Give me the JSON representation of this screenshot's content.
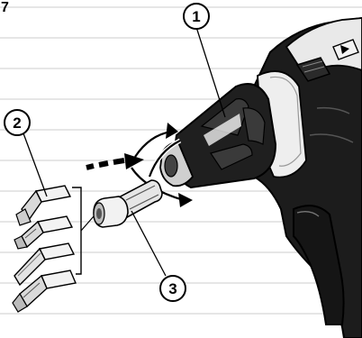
{
  "figure": {
    "corner_mark": "7",
    "callouts": [
      {
        "id": "1",
        "label": "1"
      },
      {
        "id": "2",
        "label": "2"
      },
      {
        "id": "3",
        "label": "3"
      }
    ]
  }
}
